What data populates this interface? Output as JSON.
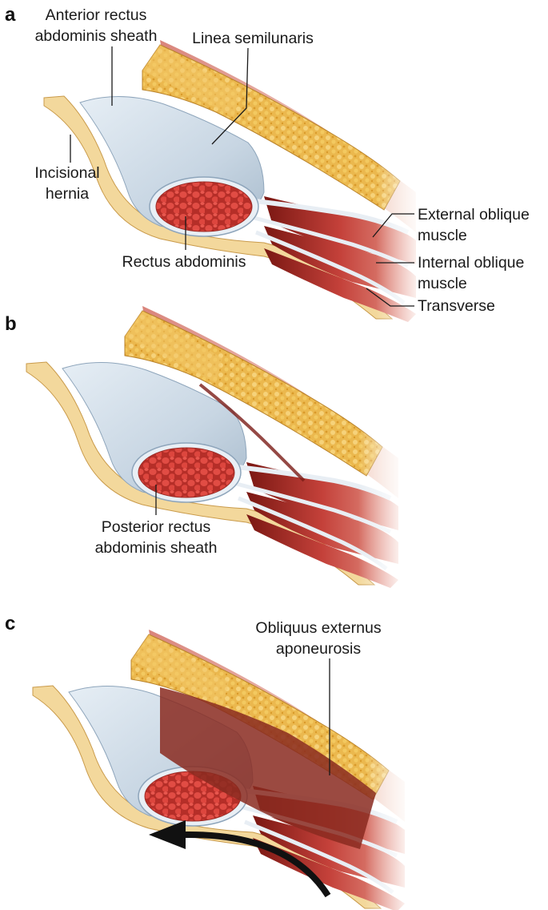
{
  "panels": [
    {
      "letter": "a",
      "labels": {
        "anterior_sheath": [
          "Anterior rectus",
          "abdominis sheath"
        ],
        "linea_semilunaris": [
          "Linea semilunaris"
        ],
        "incisional_hernia": [
          "Incisional",
          "hernia"
        ],
        "rectus_abdominis": [
          "Rectus abdominis"
        ],
        "external_oblique": [
          "External oblique",
          "muscle"
        ],
        "internal_oblique": [
          "Internal oblique",
          "muscle"
        ],
        "transverse": [
          "Transverse"
        ]
      }
    },
    {
      "letter": "b",
      "labels": {
        "posterior_sheath": [
          "Posterior rectus",
          "abdominis sheath"
        ]
      }
    },
    {
      "letter": "c",
      "labels": {
        "obliquus_externus": [
          "Obliquus externus",
          "aponeurosis"
        ]
      }
    }
  ],
  "colors": {
    "fat": "#e9b54a",
    "fat_dark": "#c98a22",
    "skin_edge": "#e6a3a0",
    "sheath": "#cdd9e5",
    "sheath_dark": "#9fb3c6",
    "muscle": "#c9433c",
    "muscle_dark": "#8e241f",
    "peritoneum": "#f4dca4",
    "arrow": "#111111"
  }
}
